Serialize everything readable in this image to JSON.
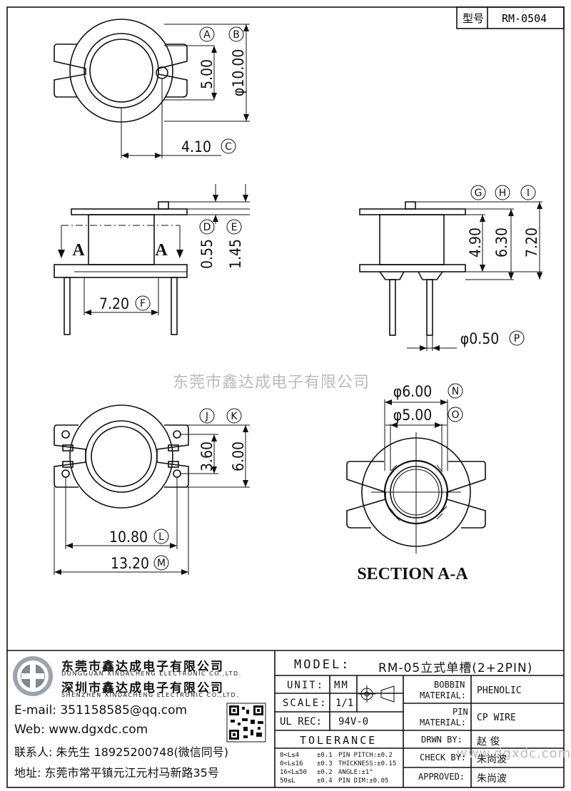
{
  "title_block_top": {
    "label_type": "型号",
    "model_no": "RM-0504"
  },
  "dims": {
    "A": {
      "letter": "A",
      "value": "5.00"
    },
    "B": {
      "letter": "B",
      "value": "φ10.00"
    },
    "C": {
      "letter": "C",
      "value": "4.10"
    },
    "D": {
      "letter": "D",
      "value": "0.55"
    },
    "E": {
      "letter": "E",
      "value": "1.45"
    },
    "F": {
      "letter": "F",
      "value": "7.20"
    },
    "G": {
      "letter": "G",
      "value": "4.90"
    },
    "H": {
      "letter": "H",
      "value": "6.30"
    },
    "I": {
      "letter": "I",
      "value": "7.20"
    },
    "J": {
      "letter": "J",
      "value": "3.60"
    },
    "K": {
      "letter": "K",
      "value": "6.00"
    },
    "L": {
      "letter": "L",
      "value": "10.80"
    },
    "M": {
      "letter": "M",
      "value": "13.20"
    },
    "N": {
      "letter": "N",
      "value": "φ6.00"
    },
    "O": {
      "letter": "O",
      "value": "φ5.00"
    },
    "P": {
      "letter": "P",
      "value": "φ0.50"
    }
  },
  "section_marks": {
    "left": "A",
    "right": "A"
  },
  "section_title": "SECTION A-A",
  "watermark_center": "东莞市鑫达成电子有限公司",
  "watermark_corner": "www.dgxdc.com",
  "company": {
    "name_dg": "东莞市鑫达成电子有限公司",
    "name_dg_en": "DONGGUAN XINDACHENG ELECTRONIC CO.,LTD.",
    "name_sz": "深圳市鑫达成电子有限公司",
    "name_sz_en": "SHENZHEN XINDACHENG ELECTRONIC CO.,LTD.",
    "email": "E-mail: 351158585@qq.com",
    "web": "Web: www.dgxdc.com",
    "contact": "联系人: 朱先生 18925200748(微信同号)",
    "address": "地址: 东莞市常平镇元江元村马新路35号"
  },
  "title_block": {
    "model_label": "MODEL:",
    "model_value": "RM-05立式单槽(2+2PIN)",
    "unit_label": "UNIT:",
    "unit_value": "MM",
    "scale_label": "SCALE:",
    "scale_value": "1/1",
    "ulrec_label": "UL REC:",
    "ulrec_value": "94V-0",
    "tolerance_label": "TOLERANCE",
    "tol_rows": [
      {
        "range": "0<L≤4",
        "tol": "±0.1",
        "item": "PIN PITCH:±0.2"
      },
      {
        "range": "0<L≤16",
        "tol": "±0.3",
        "item": "THICKNESS:±0.15"
      },
      {
        "range": "16<L≤50",
        "tol": "±0.2",
        "item": "ANGLE:±1°"
      },
      {
        "range": "50≤L",
        "tol": "±0.4",
        "item": "PIN DIM:±0.05"
      }
    ],
    "bobbin_label_1": "BOBBIN",
    "bobbin_label_2": "MATERIAL:",
    "bobbin_value": "PHENOLIC",
    "pin_label_1": "PIN",
    "pin_label_2": "MATERIAL:",
    "pin_value": "CP WIRE",
    "drawn_label": "DRWN BY:",
    "drawn_value": "赵 俊",
    "check_label": "CHECK BY:",
    "check_value": "朱尚波",
    "approved_label": "APPROVED:",
    "approved_value": "朱尚波"
  }
}
